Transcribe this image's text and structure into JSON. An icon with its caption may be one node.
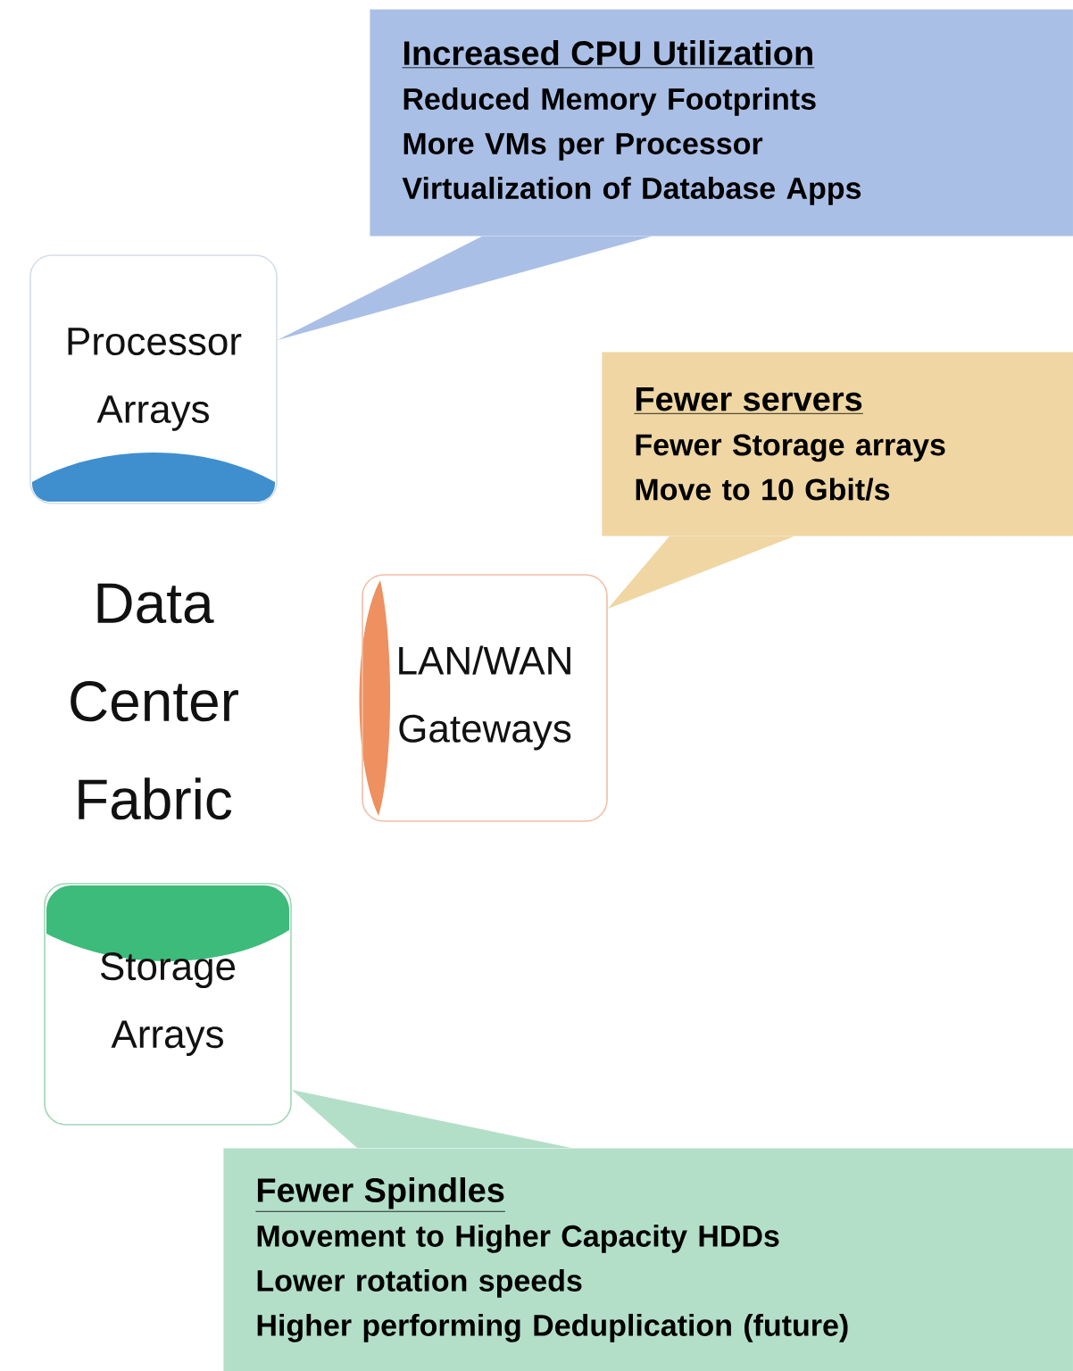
{
  "diagram": {
    "nodes": [
      {
        "text": [
          "Increased CPU Utilization",
          "Reduced Memory Footprints",
          "More VMs per Processor",
          "Virtualization of Database Apps"
        ]
      },
      {
        "text": [
          "Processor Arrays"
        ]
      },
      {
        "text": [
          "Fewer servers",
          "Fewer Storage arrays",
          "Move to 10 Gbit/s"
        ]
      },
      {
        "text": [
          "LAN/WAN Gateways"
        ]
      },
      {
        "text": [
          "Storage Arrays"
        ]
      },
      {
        "text": [
          "Fewer Spindles",
          "Movement to Higher Capacity HDDs",
          "Lower rotation speeds",
          "Higher performing Deduplication (future)"
        ]
      }
    ],
    "edges": [
      {
        "from": 0,
        "to": 1,
        "arrow": "none",
        "color": "#aabfe6"
      },
      {
        "from": 2,
        "to": 3,
        "arrow": "none",
        "color": "#efd6a3"
      },
      {
        "from": 5,
        "to": 4,
        "arrow": "none",
        "color": "#b3dfc8"
      }
    ],
    "labels": [
      "Data Center Fabric"
    ]
  }
}
